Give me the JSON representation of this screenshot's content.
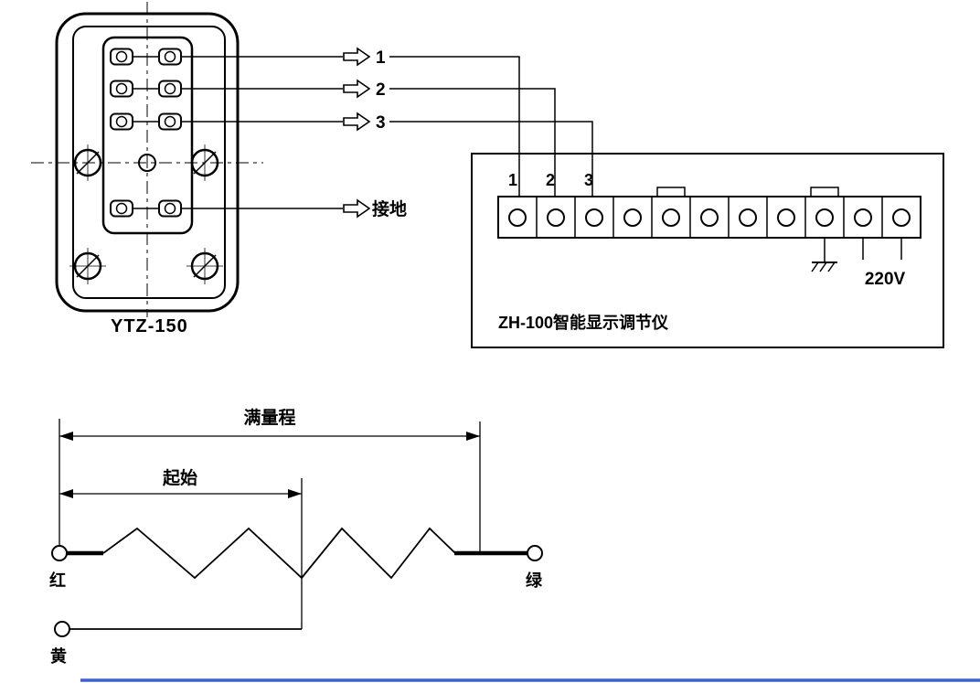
{
  "diagram": {
    "transmitter": {
      "label": "YTZ-150"
    },
    "signals": {
      "s1": "1",
      "s2": "2",
      "s3": "3",
      "ground": "接地"
    },
    "instrument": {
      "label": "ZH-100智能显示调节仪",
      "terminals": {
        "t1": "1",
        "t2": "2",
        "t3": "3"
      },
      "terminal_count": 11,
      "power": "220V"
    },
    "potentiometer": {
      "full_scale": "满量程",
      "start": "起始",
      "red": "红",
      "green": "绿",
      "yellow": "黄"
    }
  },
  "colors": {
    "line": "#000000",
    "background": "#ffffff",
    "divider_blue": "#3b63c8"
  }
}
